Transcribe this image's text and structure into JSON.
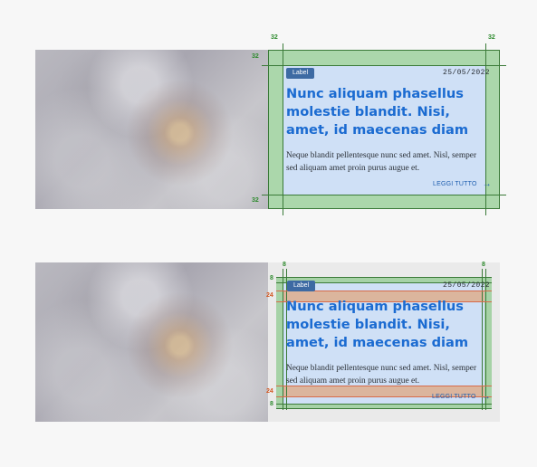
{
  "spacing_labels": {
    "v32": "32",
    "v8": "8",
    "h24": "24"
  },
  "cards": [
    {
      "label": "Label",
      "date": "25/05/2022",
      "title": "Nunc aliquam phasellus molestie blandit. Nisi, amet, id maecenas diam",
      "excerpt": "Neque blandit pellentesque nunc sed amet. Nisl, semper sed aliquam amet proin purus augue et.",
      "read_more": "LEGGI TUTTO",
      "arrow_icon": "arrow-right-icon"
    },
    {
      "label": "Label",
      "date": "25/05/2022",
      "title": "Nunc aliquam phasellus molestie blandit. Nisi, amet, id maecenas diam",
      "excerpt": "Neque blandit pellentesque nunc sed amet. Nisl, semper sed aliquam amet proin purus augue et.",
      "read_more": "LEGGI TUTTO",
      "arrow_icon": "arrow-right-icon"
    }
  ],
  "colors": {
    "padding_overlay": "#7cc47c",
    "gap_overlay": "#e59254",
    "content_fill": "#cfe0f6",
    "title": "#1b6bd1",
    "badge": "#3d6aa3"
  }
}
